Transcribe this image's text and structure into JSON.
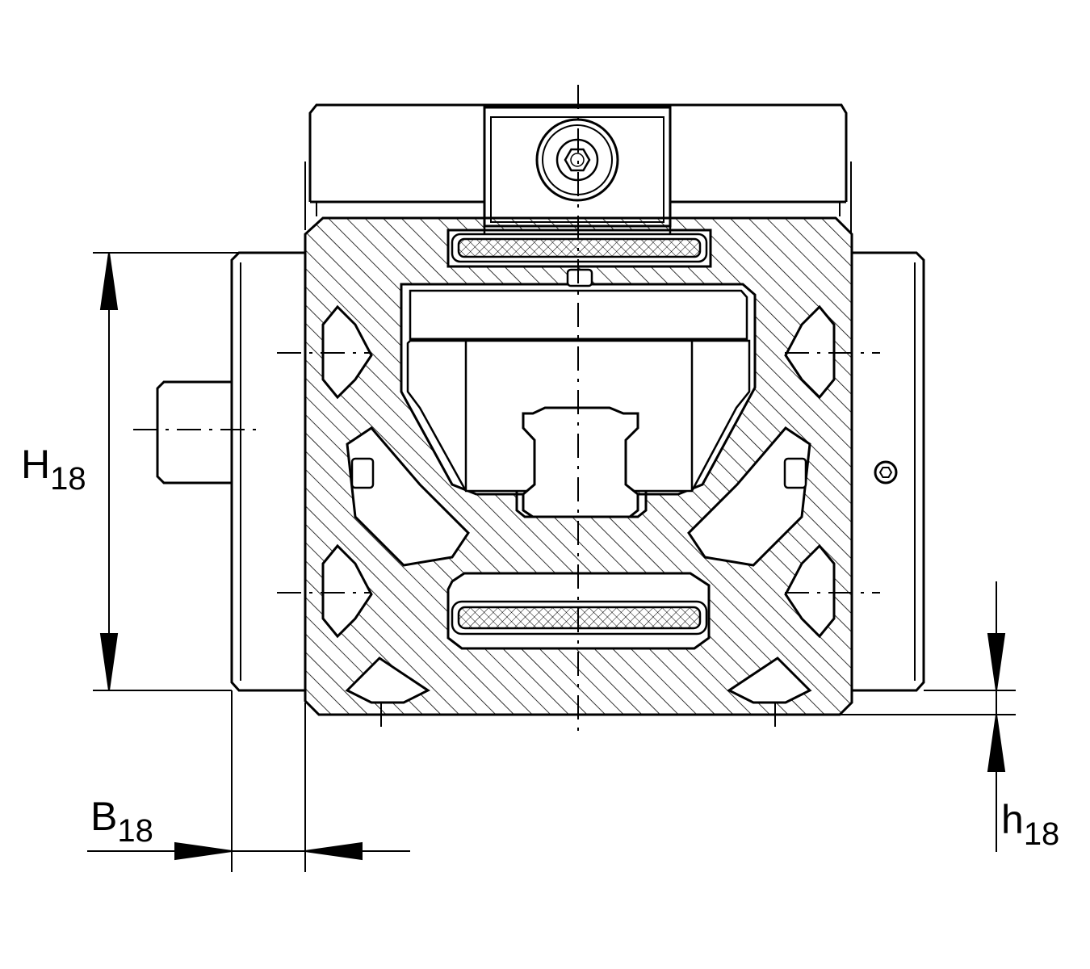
{
  "dimensions": {
    "height": {
      "letter": "H",
      "sub": "18"
    },
    "width": {
      "letter": "B",
      "sub": "18"
    },
    "base_height": {
      "letter": "h",
      "sub": "18"
    }
  },
  "colors": {
    "line": "#000000",
    "background": "#ffffff"
  }
}
